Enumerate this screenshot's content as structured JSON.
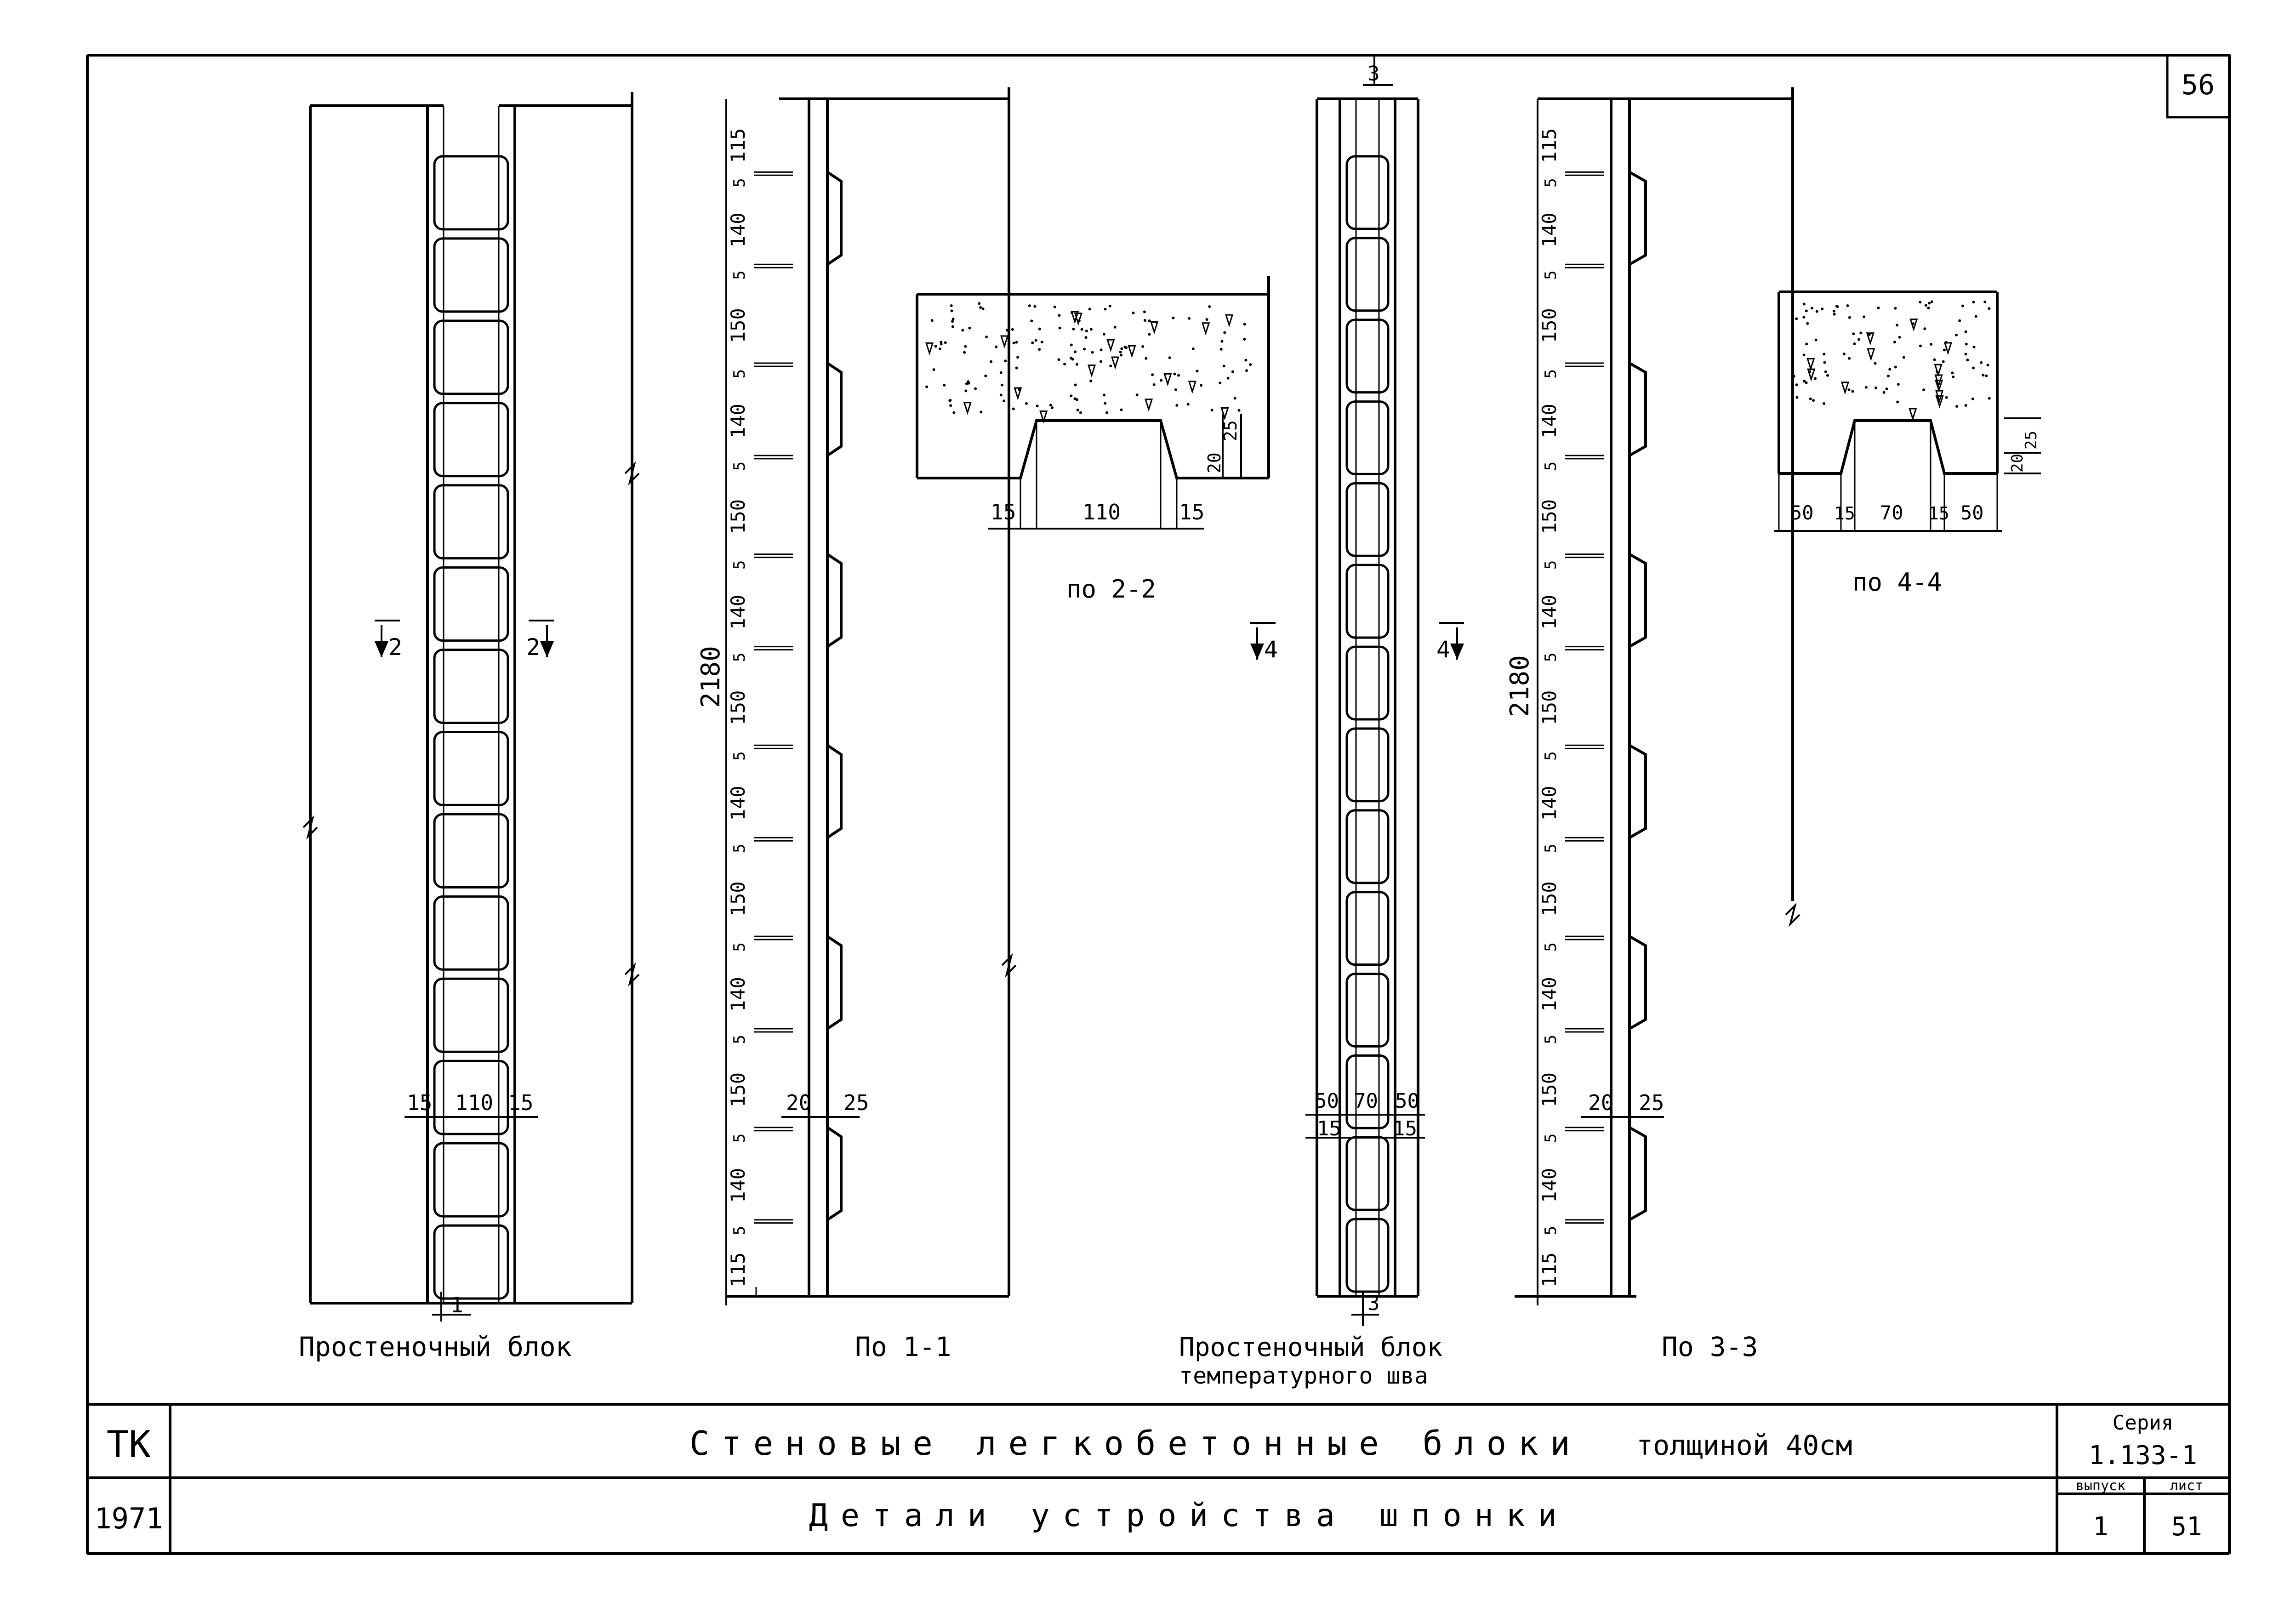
{
  "sheet": {
    "page_number": "56",
    "captions": {
      "wall_block": "Простеночный блок",
      "section_1_1": "По 1-1",
      "joint_block_line1": "Простеночный блок",
      "joint_block_line2": "температурного шва",
      "section_3_3": "По 3-3",
      "section_2_2": "по 2-2",
      "section_4_4": "по 4-4"
    },
    "markers": {
      "m2_left": "2",
      "m2_right": "2",
      "m4_left": "4",
      "m4_right": "4",
      "m1_bottom": "1",
      "m3_top": "3",
      "m3_bottom": "3"
    }
  },
  "elevation_1": {
    "dims_bottom": [
      "15",
      "110",
      "15"
    ]
  },
  "section_1_1": {
    "total": "2180",
    "chain": [
      "115",
      "5",
      "140",
      "5",
      "150",
      "5",
      "140",
      "5",
      "150",
      "5",
      "140",
      "5",
      "150",
      "5",
      "140",
      "5",
      "150",
      "5",
      "140",
      "5",
      "150",
      "5",
      "140",
      "5",
      "115"
    ],
    "groove_dims": [
      "20",
      "25"
    ]
  },
  "detail_2_2": {
    "dims_bottom": [
      "15",
      "110",
      "15"
    ],
    "dims_right": [
      "20",
      "25"
    ]
  },
  "elevation_3": {
    "dims_top_row": [
      "50",
      "70",
      "50"
    ],
    "dims_bottom_row": [
      "15",
      "15"
    ]
  },
  "section_3_3": {
    "total": "2180",
    "chain": [
      "115",
      "5",
      "140",
      "5",
      "150",
      "5",
      "140",
      "5",
      "150",
      "5",
      "140",
      "5",
      "150",
      "5",
      "140",
      "5",
      "150",
      "5",
      "140",
      "5",
      "150",
      "5",
      "140",
      "5",
      "115"
    ],
    "groove_dims": [
      "20",
      "25"
    ]
  },
  "detail_4_4": {
    "dims_bottom": [
      "50",
      "15",
      "70",
      "15",
      "50"
    ],
    "dims_right": [
      "20",
      "25"
    ]
  },
  "title_block": {
    "org": "ТК",
    "year": "1971",
    "title": "Стеновые легкобетонные блоки",
    "title_suffix": "толщиной 40см",
    "subtitle": "Детали устройства шпонки",
    "series_label": "Серия",
    "series_value": "1.133-1",
    "issue_label": "выпуск",
    "issue_value": "1",
    "sheet_label": "лист",
    "sheet_value": "51"
  }
}
